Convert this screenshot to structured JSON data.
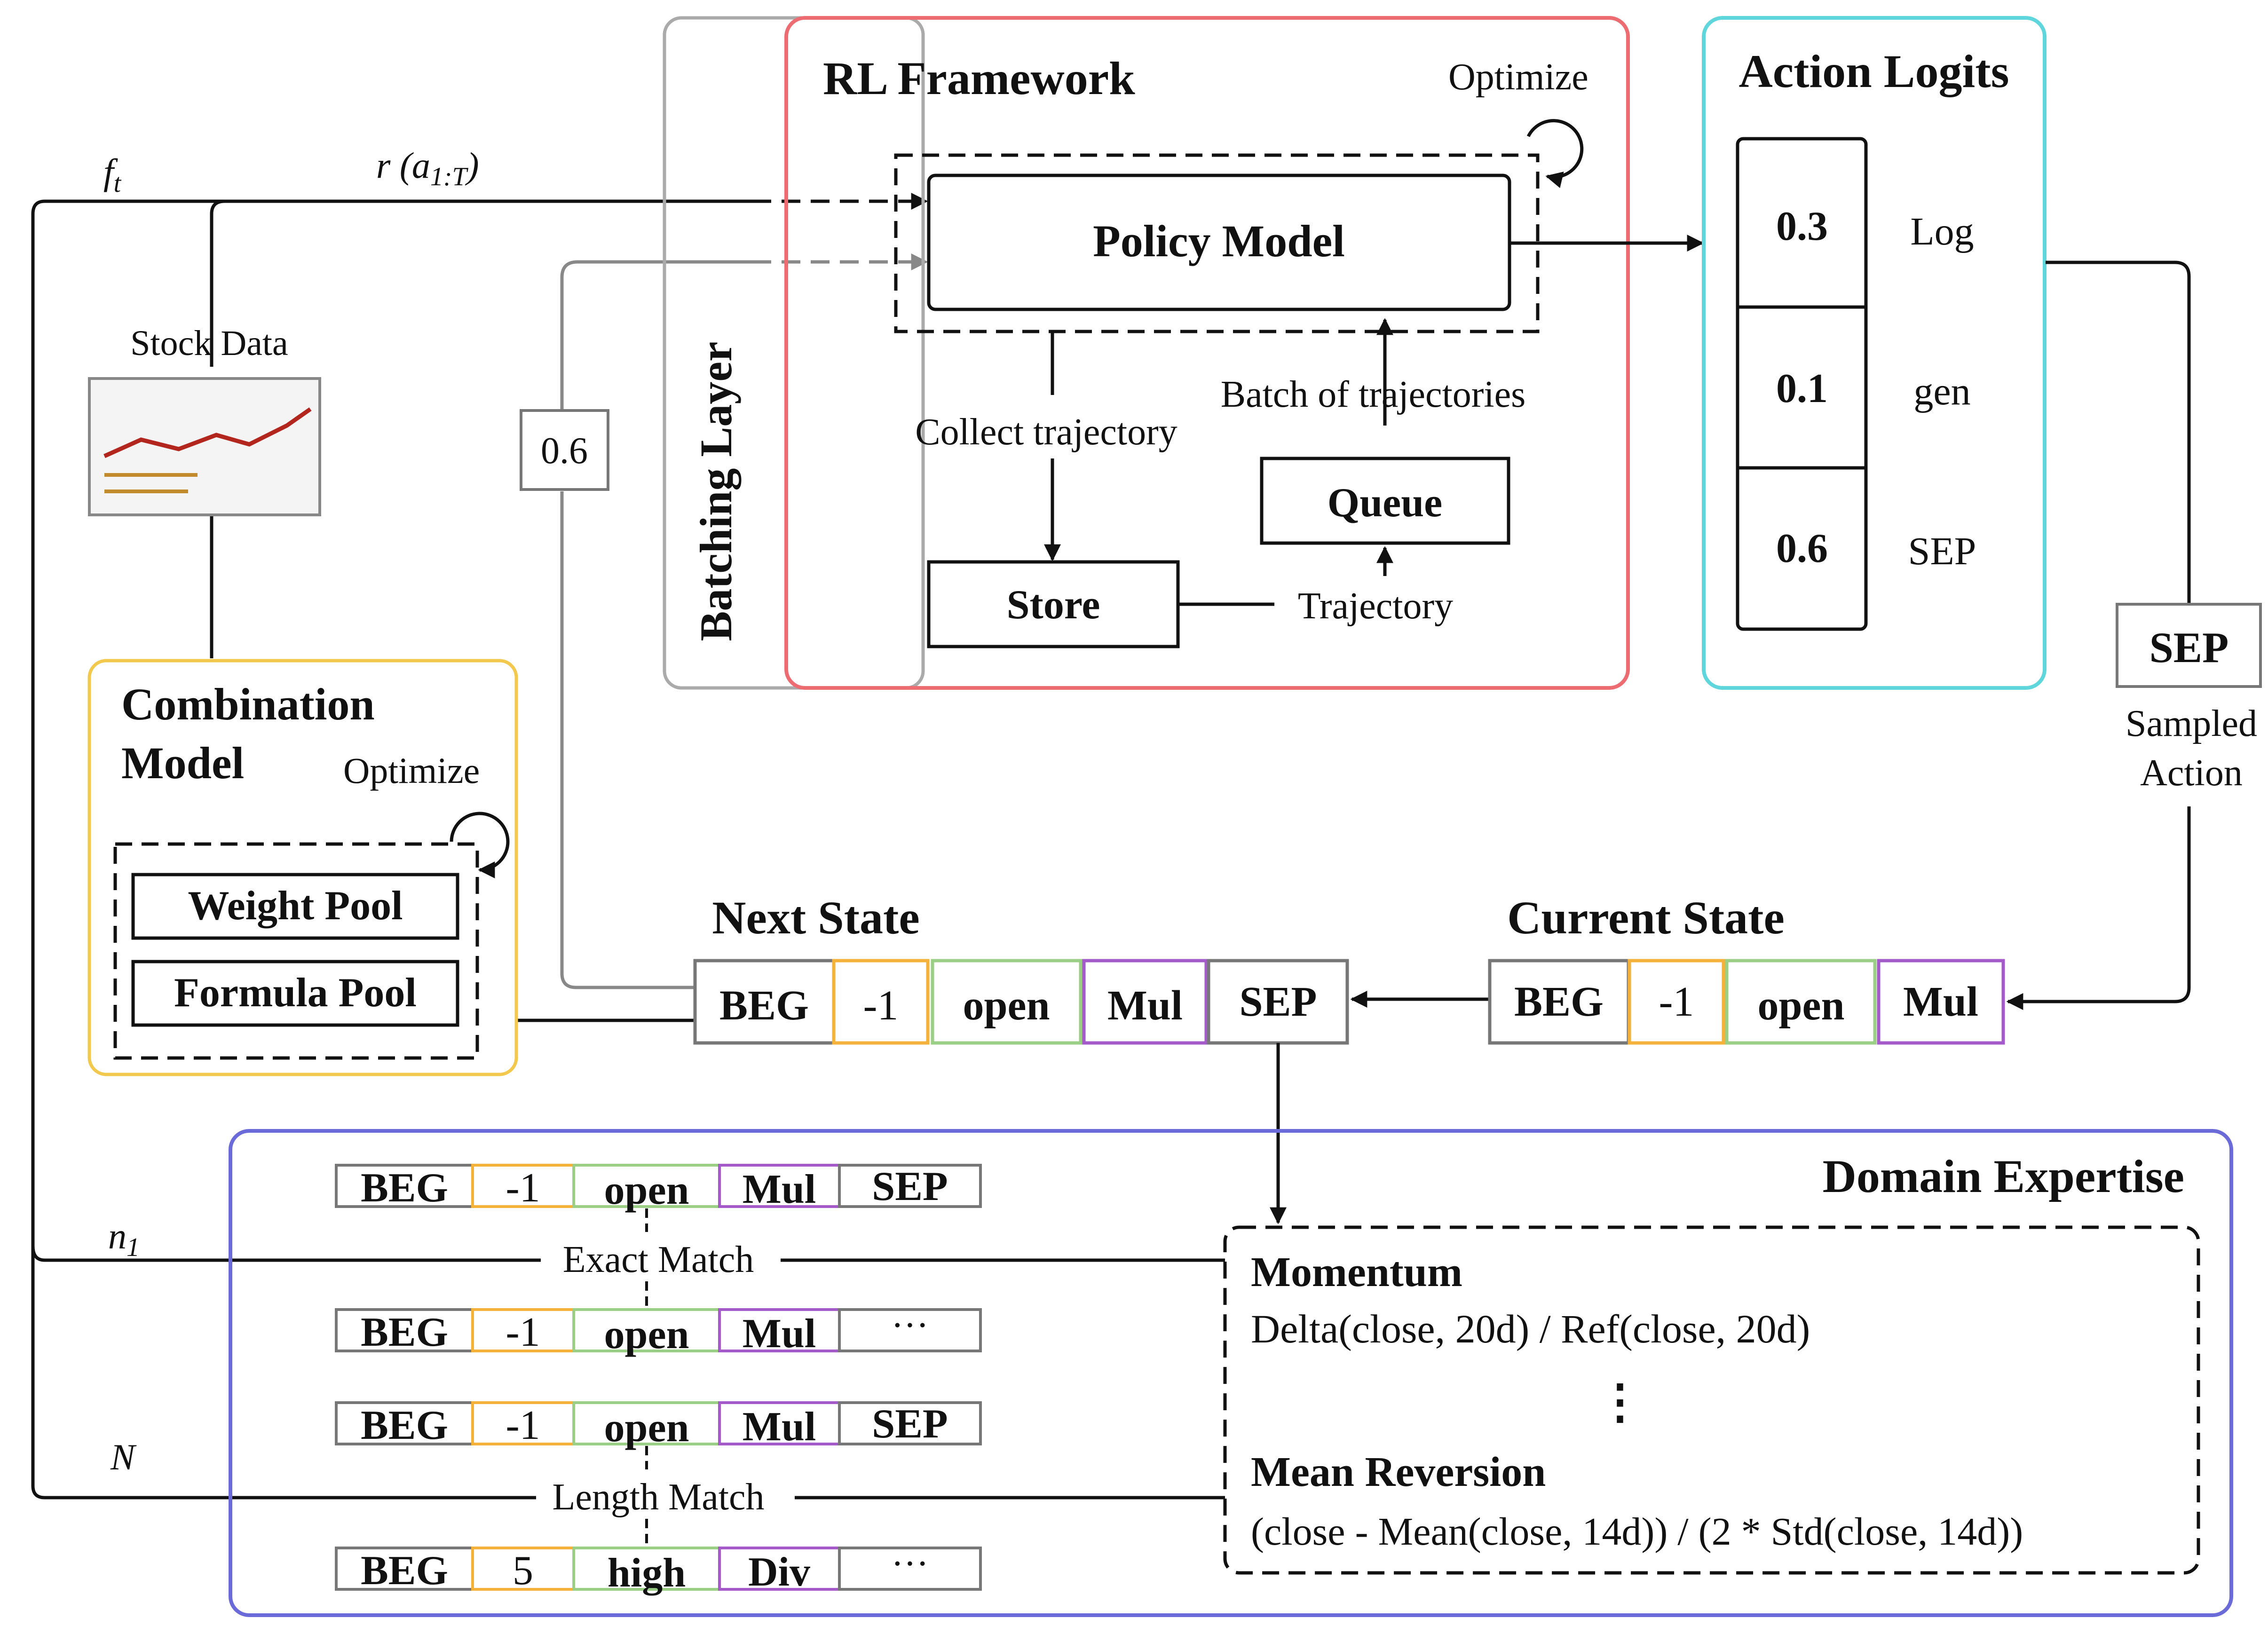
{
  "inputs": {
    "ft_label": "f",
    "ft_sub": "t",
    "reward_label": "r (a",
    "reward_sub": "1:T",
    "reward_close": ")",
    "n1_label": "n",
    "n1_sub": "1",
    "N_label": "N"
  },
  "stock": {
    "label": "Stock Data"
  },
  "combination": {
    "title_line1": "Combination",
    "title_line2": "Model",
    "optimize": "Optimize",
    "weight_pool": "Weight Pool",
    "formula_pool": "Formula Pool",
    "colors": {
      "border": "#f2c94c"
    }
  },
  "batching": {
    "label": "Batching  Layer",
    "reward_box": "0.6"
  },
  "rl": {
    "title": "RL Framework",
    "optimize": "Optimize",
    "policy_model": "Policy Model",
    "collect": "Collect trajectory",
    "batch": "Batch of trajectories",
    "queue": "Queue",
    "store": "Store",
    "trajectory": "Trajectory",
    "colors": {
      "border": "#ec6c72"
    }
  },
  "logits": {
    "title": "Action Logits",
    "rows": [
      {
        "value": "0.3",
        "token": "Log"
      },
      {
        "value": "0.1",
        "token": "gen"
      },
      {
        "value": "0.6",
        "token": "SEP"
      }
    ],
    "colors": {
      "border": "#5fd6dc"
    }
  },
  "sampled": {
    "token": "SEP",
    "label_line1": "Sampled",
    "label_line2": "Action"
  },
  "next_state": {
    "title": "Next State",
    "tokens": [
      "BEG",
      "-1",
      "open",
      "Mul",
      "SEP"
    ]
  },
  "current_state": {
    "title": "Current State",
    "tokens": [
      "BEG",
      "-1",
      "open",
      "Mul"
    ]
  },
  "domain": {
    "title": "Domain Expertise",
    "exact_match": "Exact Match",
    "length_match": "Length Match",
    "seq1": [
      "BEG",
      "-1",
      "open",
      "Mul",
      "SEP"
    ],
    "seq2": [
      "BEG",
      "-1",
      "open",
      "Mul",
      "···"
    ],
    "seq3": [
      "BEG",
      "-1",
      "open",
      "Mul",
      "SEP"
    ],
    "seq4": [
      "BEG",
      "5",
      "high",
      "Div",
      "···"
    ],
    "momentum_title": "Momentum",
    "momentum_formula": "Delta(close, 20d) / Ref(close, 20d)",
    "dots": "⋮",
    "meanrev_title": "Mean Reversion",
    "meanrev_formula": "(close - Mean(close, 14d)) / (2 * Std(close, 14d))",
    "colors": {
      "border": "#6a6ad8"
    }
  },
  "token_colors": {
    "neutral": "#777777",
    "number": "#f5b23a",
    "feature": "#9ccf86",
    "operator": "#a45ac8"
  }
}
